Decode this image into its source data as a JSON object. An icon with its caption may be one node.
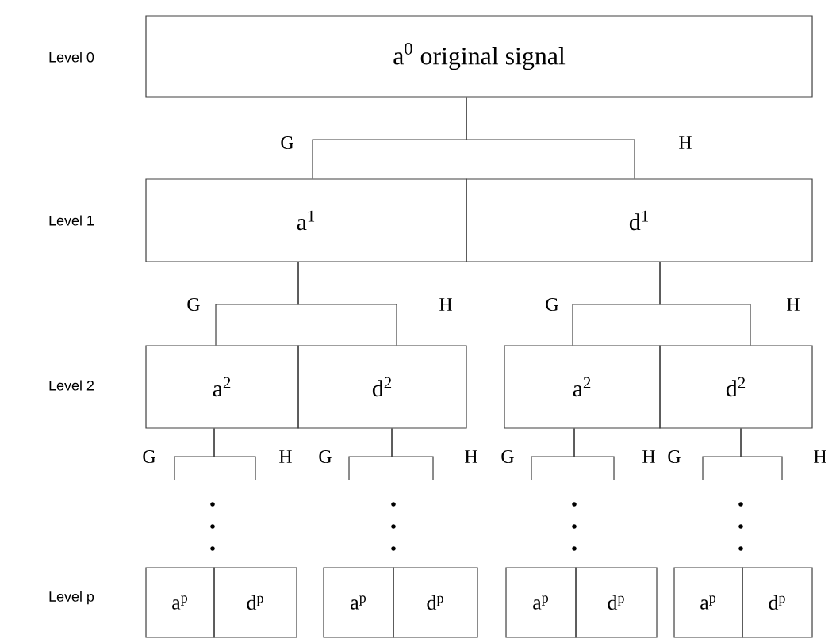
{
  "diagram": {
    "nodes": [
      {
        "text": [
          "a$^{0}$ original signal"
        ]
      },
      {
        "text": [
          "a$^{1}$"
        ]
      },
      {
        "text": [
          "d$^{1}$"
        ]
      },
      {
        "text": [
          "a$^{2}$"
        ]
      },
      {
        "text": [
          "d$^{2}$"
        ]
      },
      {
        "text": [
          "a$^{2}$"
        ]
      },
      {
        "text": [
          "d$^{2}$"
        ]
      },
      {
        "text": [
          "a$^{p}$"
        ]
      },
      {
        "text": [
          "d$^{p}$"
        ]
      },
      {
        "text": [
          "a$^{p}$"
        ]
      },
      {
        "text": [
          "d$^{p}$"
        ]
      },
      {
        "text": [
          "a$^{p}$"
        ]
      },
      {
        "text": [
          "d$^{p}$"
        ]
      },
      {
        "text": [
          "a$^{p}$"
        ]
      },
      {
        "text": [
          "d$^{p}$"
        ]
      }
    ],
    "edges": [
      {
        "from": 0,
        "to": 1,
        "arrow": "none",
        "label": "G"
      },
      {
        "from": 0,
        "to": 2,
        "arrow": "none",
        "label": "H"
      },
      {
        "from": 1,
        "to": 3,
        "arrow": "none",
        "label": "G"
      },
      {
        "from": 1,
        "to": 4,
        "arrow": "none",
        "label": "H"
      },
      {
        "from": 2,
        "to": 5,
        "arrow": "none",
        "label": "G"
      },
      {
        "from": 2,
        "to": 6,
        "arrow": "none",
        "label": "H"
      },
      {
        "from": 3,
        "to": null,
        "arrow": "none",
        "label": "G"
      },
      {
        "from": 3,
        "to": null,
        "arrow": "none",
        "label": "H"
      },
      {
        "from": 4,
        "to": null,
        "arrow": "none",
        "label": "G"
      },
      {
        "from": 4,
        "to": null,
        "arrow": "none",
        "label": "H"
      },
      {
        "from": 5,
        "to": null,
        "arrow": "none",
        "label": "G"
      },
      {
        "from": 5,
        "to": null,
        "arrow": "none",
        "label": "H"
      },
      {
        "from": 6,
        "to": null,
        "arrow": "none",
        "label": "G"
      },
      {
        "from": 6,
        "to": null,
        "arrow": "none",
        "label": "H"
      }
    ],
    "labels": [
      "Level 0",
      "Level 1",
      "Level 2",
      "Level p"
    ]
  }
}
